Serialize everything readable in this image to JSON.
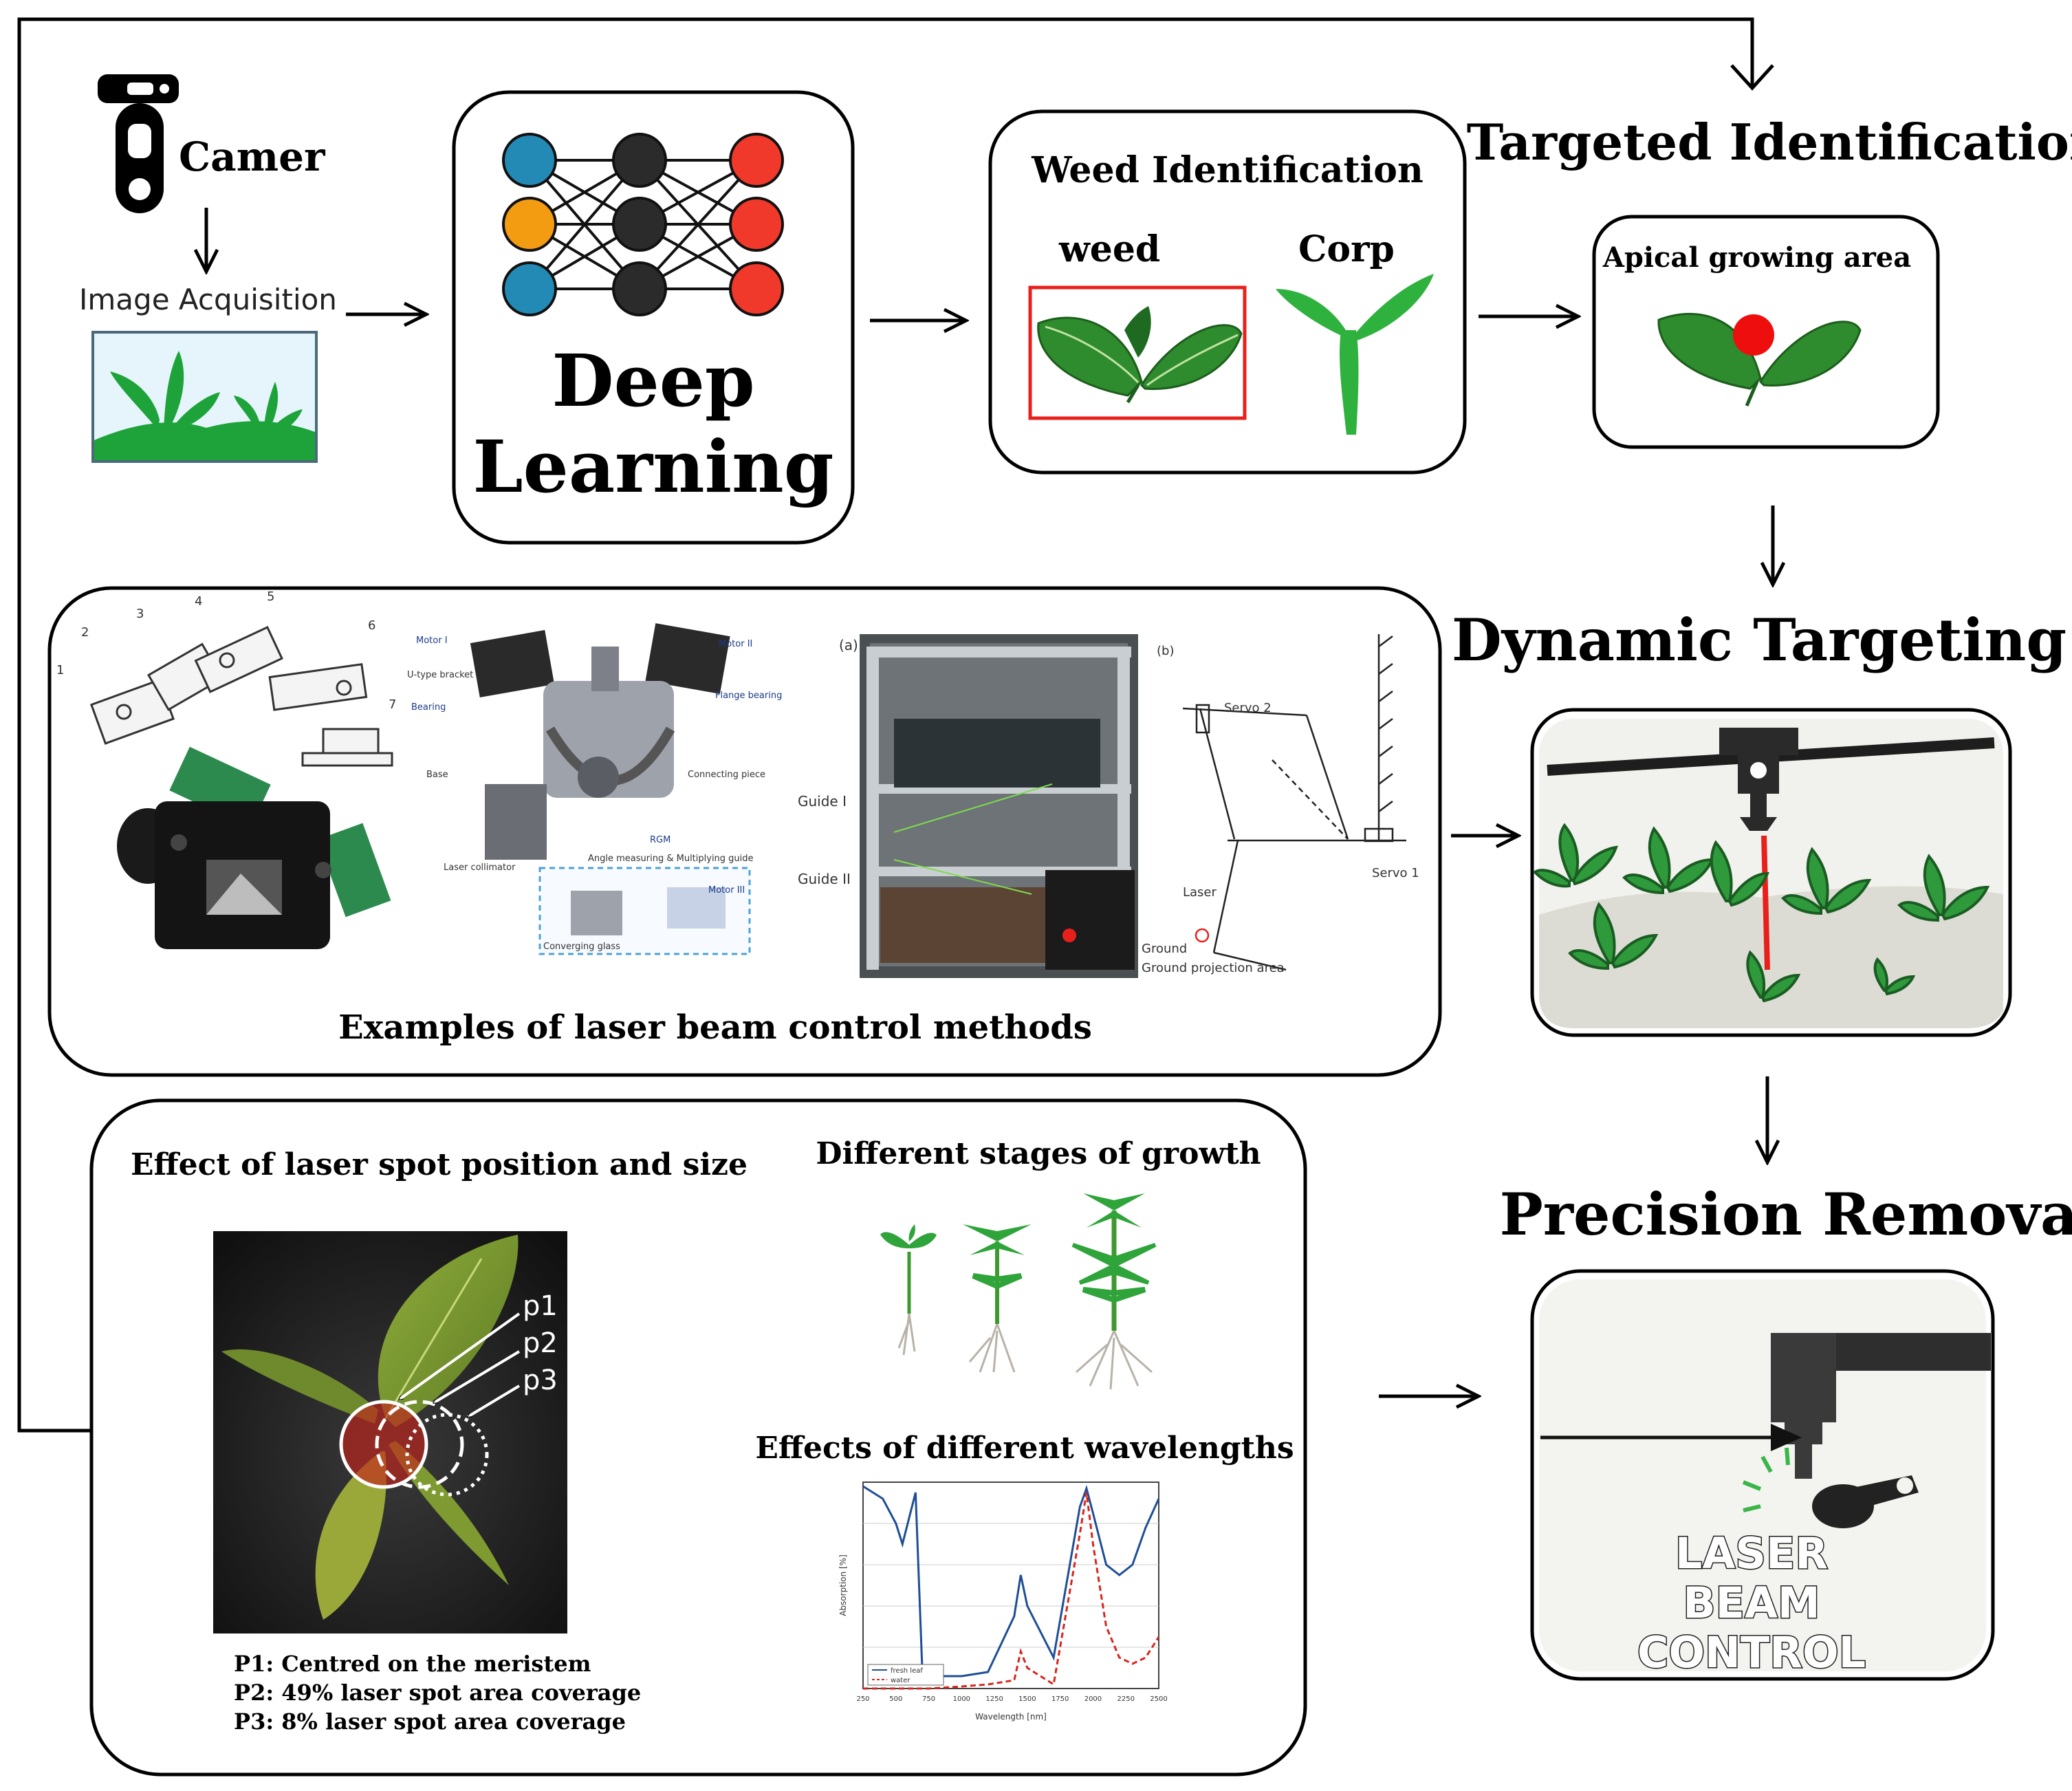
{
  "camera": {
    "label": "Camer",
    "sublabel": "Image Acquisition"
  },
  "deep_learning": {
    "line1": "Deep",
    "line2": "Learning"
  },
  "weed_identification": {
    "title": "Weed Identification",
    "weed_label": "weed",
    "crop_label": "Corp"
  },
  "targeted_identification": {
    "title": "Targeted Identification",
    "panel_label": "Apical growing area"
  },
  "dynamic_targeting": {
    "title": "Dynamic Targeting"
  },
  "laser_control_examples": {
    "caption": "Examples of laser beam control methods",
    "arm_numbers": [
      "1",
      "2",
      "3",
      "4",
      "5",
      "6",
      "7"
    ],
    "mount_labels": [
      "Motor I",
      "Motor II",
      "U-type bracket",
      "Flange bearing",
      "Bearing",
      "Base",
      "Connecting piece",
      "RGM",
      "Laser collimator",
      "Angle measuring & Multiplying guide",
      "Motor III",
      "Converging glass"
    ],
    "photo_labels": [
      "(a)",
      "Guide I",
      "Guide II"
    ],
    "geometry_labels": [
      "(b)",
      "Servo 2",
      "Servo 1",
      "Laser",
      "Ground",
      "Ground projection area"
    ]
  },
  "spot_effect": {
    "title": "Effect of laser spot position and size",
    "spot_labels": [
      "p1",
      "p2",
      "p3"
    ],
    "legend": [
      "P1: Centred on the meristem",
      "P2: 49% laser spot area coverage",
      "P3:  8% laser spot area coverage"
    ]
  },
  "growth_stages": {
    "title": "Different stages of growth"
  },
  "wavelengths": {
    "title": "Effects of different wavelengths"
  },
  "precision_removal": {
    "title": "Precision Removal",
    "panel_text": [
      "LASER",
      "BEAM",
      "CONTROL"
    ]
  },
  "colors": {
    "node_blue": "#2389b5",
    "node_orange": "#f39c12",
    "node_dark": "#2b2b2b",
    "node_red": "#f0392b",
    "leaf_green": "#2e8b2e",
    "crop_green": "#2fb13e",
    "highlight_red": "#e8201c",
    "laser_red": "#e8201c",
    "spectrum_blue": "#1f4e96",
    "spectrum_red": "#d7261e"
  },
  "chart_data": {
    "type": "line",
    "title": "Effects of different wavelengths",
    "xlabel": "Wavelength [nm]",
    "ylabel": "Absorption [%]",
    "x": [
      250,
      400,
      500,
      550,
      650,
      700,
      750,
      1000,
      1200,
      1400,
      1450,
      1500,
      1700,
      1900,
      1950,
      2000,
      2100,
      2200,
      2300,
      2400,
      2500
    ],
    "series": [
      {
        "name": "fresh leaf",
        "values": [
          98,
          92,
          80,
          70,
          95,
          10,
          6,
          6,
          8,
          35,
          55,
          40,
          15,
          88,
          97,
          85,
          60,
          55,
          60,
          78,
          92
        ]
      },
      {
        "name": "water",
        "values": [
          0,
          0,
          0,
          0,
          0,
          0,
          0,
          1,
          2,
          4,
          18,
          10,
          2,
          75,
          95,
          70,
          30,
          15,
          12,
          15,
          25
        ]
      }
    ]
  }
}
